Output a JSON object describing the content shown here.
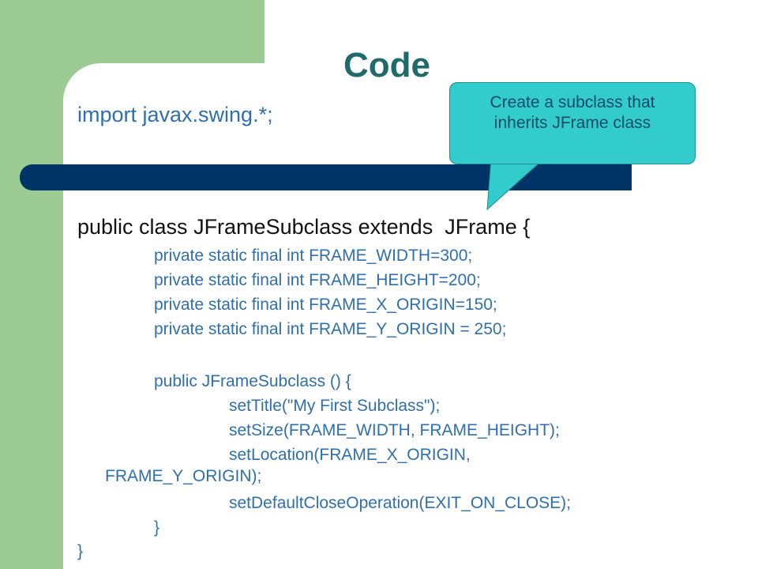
{
  "slide": {
    "title": "Code",
    "callout": {
      "line1": "Create a subclass that",
      "line2": "inherits JFrame class"
    },
    "code": {
      "import_line": "import javax.swing.*;",
      "class_decl": "public class JFrameSubclass extends  JFrame {",
      "fields": [
        "private static final int FRAME_WIDTH=300;",
        "private static final int FRAME_HEIGHT=200;",
        "private static final int FRAME_X_ORIGIN=150;",
        "private static final int FRAME_Y_ORIGIN = 250;"
      ],
      "constructor_decl": "public JFrameSubclass () {",
      "statements": [
        "setTitle(\"My First Subclass\");",
        "setSize(FRAME_WIDTH, FRAME_HEIGHT);",
        "setLocation(FRAME_X_ORIGIN,",
        "FRAME_Y_ORIGIN);",
        "setDefaultCloseOperation(EXIT_ON_CLOSE);"
      ],
      "inner_close": "}",
      "outer_close": "}"
    },
    "colors": {
      "green_panel": "#9ccc94",
      "bar": "#003366",
      "title": "#1f6b6b",
      "code_blue": "#2f6fae",
      "callout_fill": "#33cccc"
    }
  }
}
